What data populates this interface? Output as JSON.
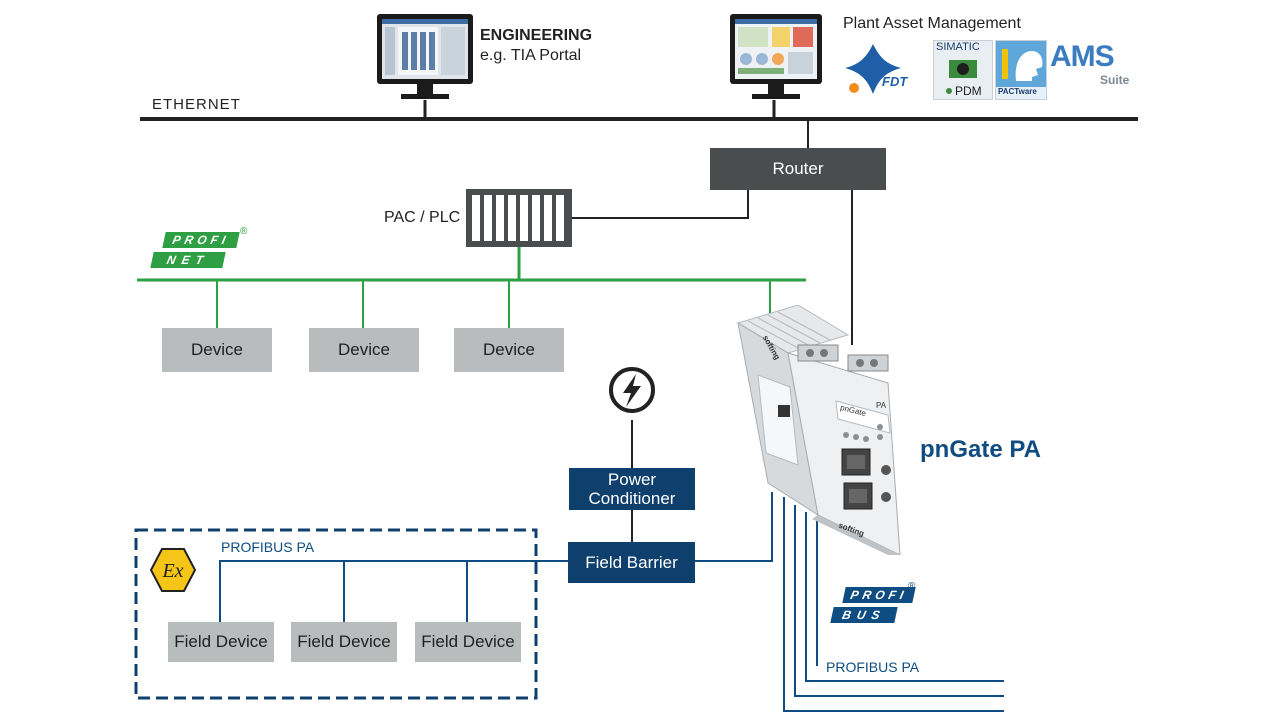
{
  "engineering": {
    "title": "ENGINEERING",
    "subtitle": "e.g. TIA Portal"
  },
  "asset_mgmt": {
    "title": "Plant Asset Management",
    "logos": {
      "fdt": "FDT",
      "simatic": "SIMATIC",
      "pdm": "PDM",
      "pactware": "PACTware",
      "ams": "AMS",
      "ams_suite": "Suite"
    }
  },
  "network": {
    "ethernet": "ETHERNET"
  },
  "router": {
    "label": "Router"
  },
  "plc": {
    "label": "PAC / PLC"
  },
  "profinet_logo": {
    "line1": "PROFI",
    "line2": "NET",
    "reg": "®"
  },
  "profinet_devices": [
    "Device",
    "Device",
    "Device"
  ],
  "power": {
    "icon": "lightning-icon",
    "line1": "Power",
    "line2": "Conditioner"
  },
  "field_barrier": {
    "label": "Field Barrier"
  },
  "ex_zone": {
    "symbol": "Ex",
    "bus_label": "PROFIBUS PA"
  },
  "field_devices": [
    "Field Device",
    "Field Device",
    "Field Device"
  ],
  "gateway": {
    "label": "pnGate PA",
    "front_brand": "pnGate",
    "front_model": "PA",
    "logo": "softing"
  },
  "profibus_logo": {
    "line1": "PROFI",
    "line2": "BUS",
    "reg": "®"
  },
  "profibus_pa_right": "PROFIBUS PA",
  "colors": {
    "profinet_green": "#2ea043",
    "profibus_blue": "#0f4c81",
    "navy": "#0f3f6d",
    "router_grey": "#4a4d4e",
    "device_grey": "#b9bcbd",
    "ex_yellow": "#f5c518"
  }
}
